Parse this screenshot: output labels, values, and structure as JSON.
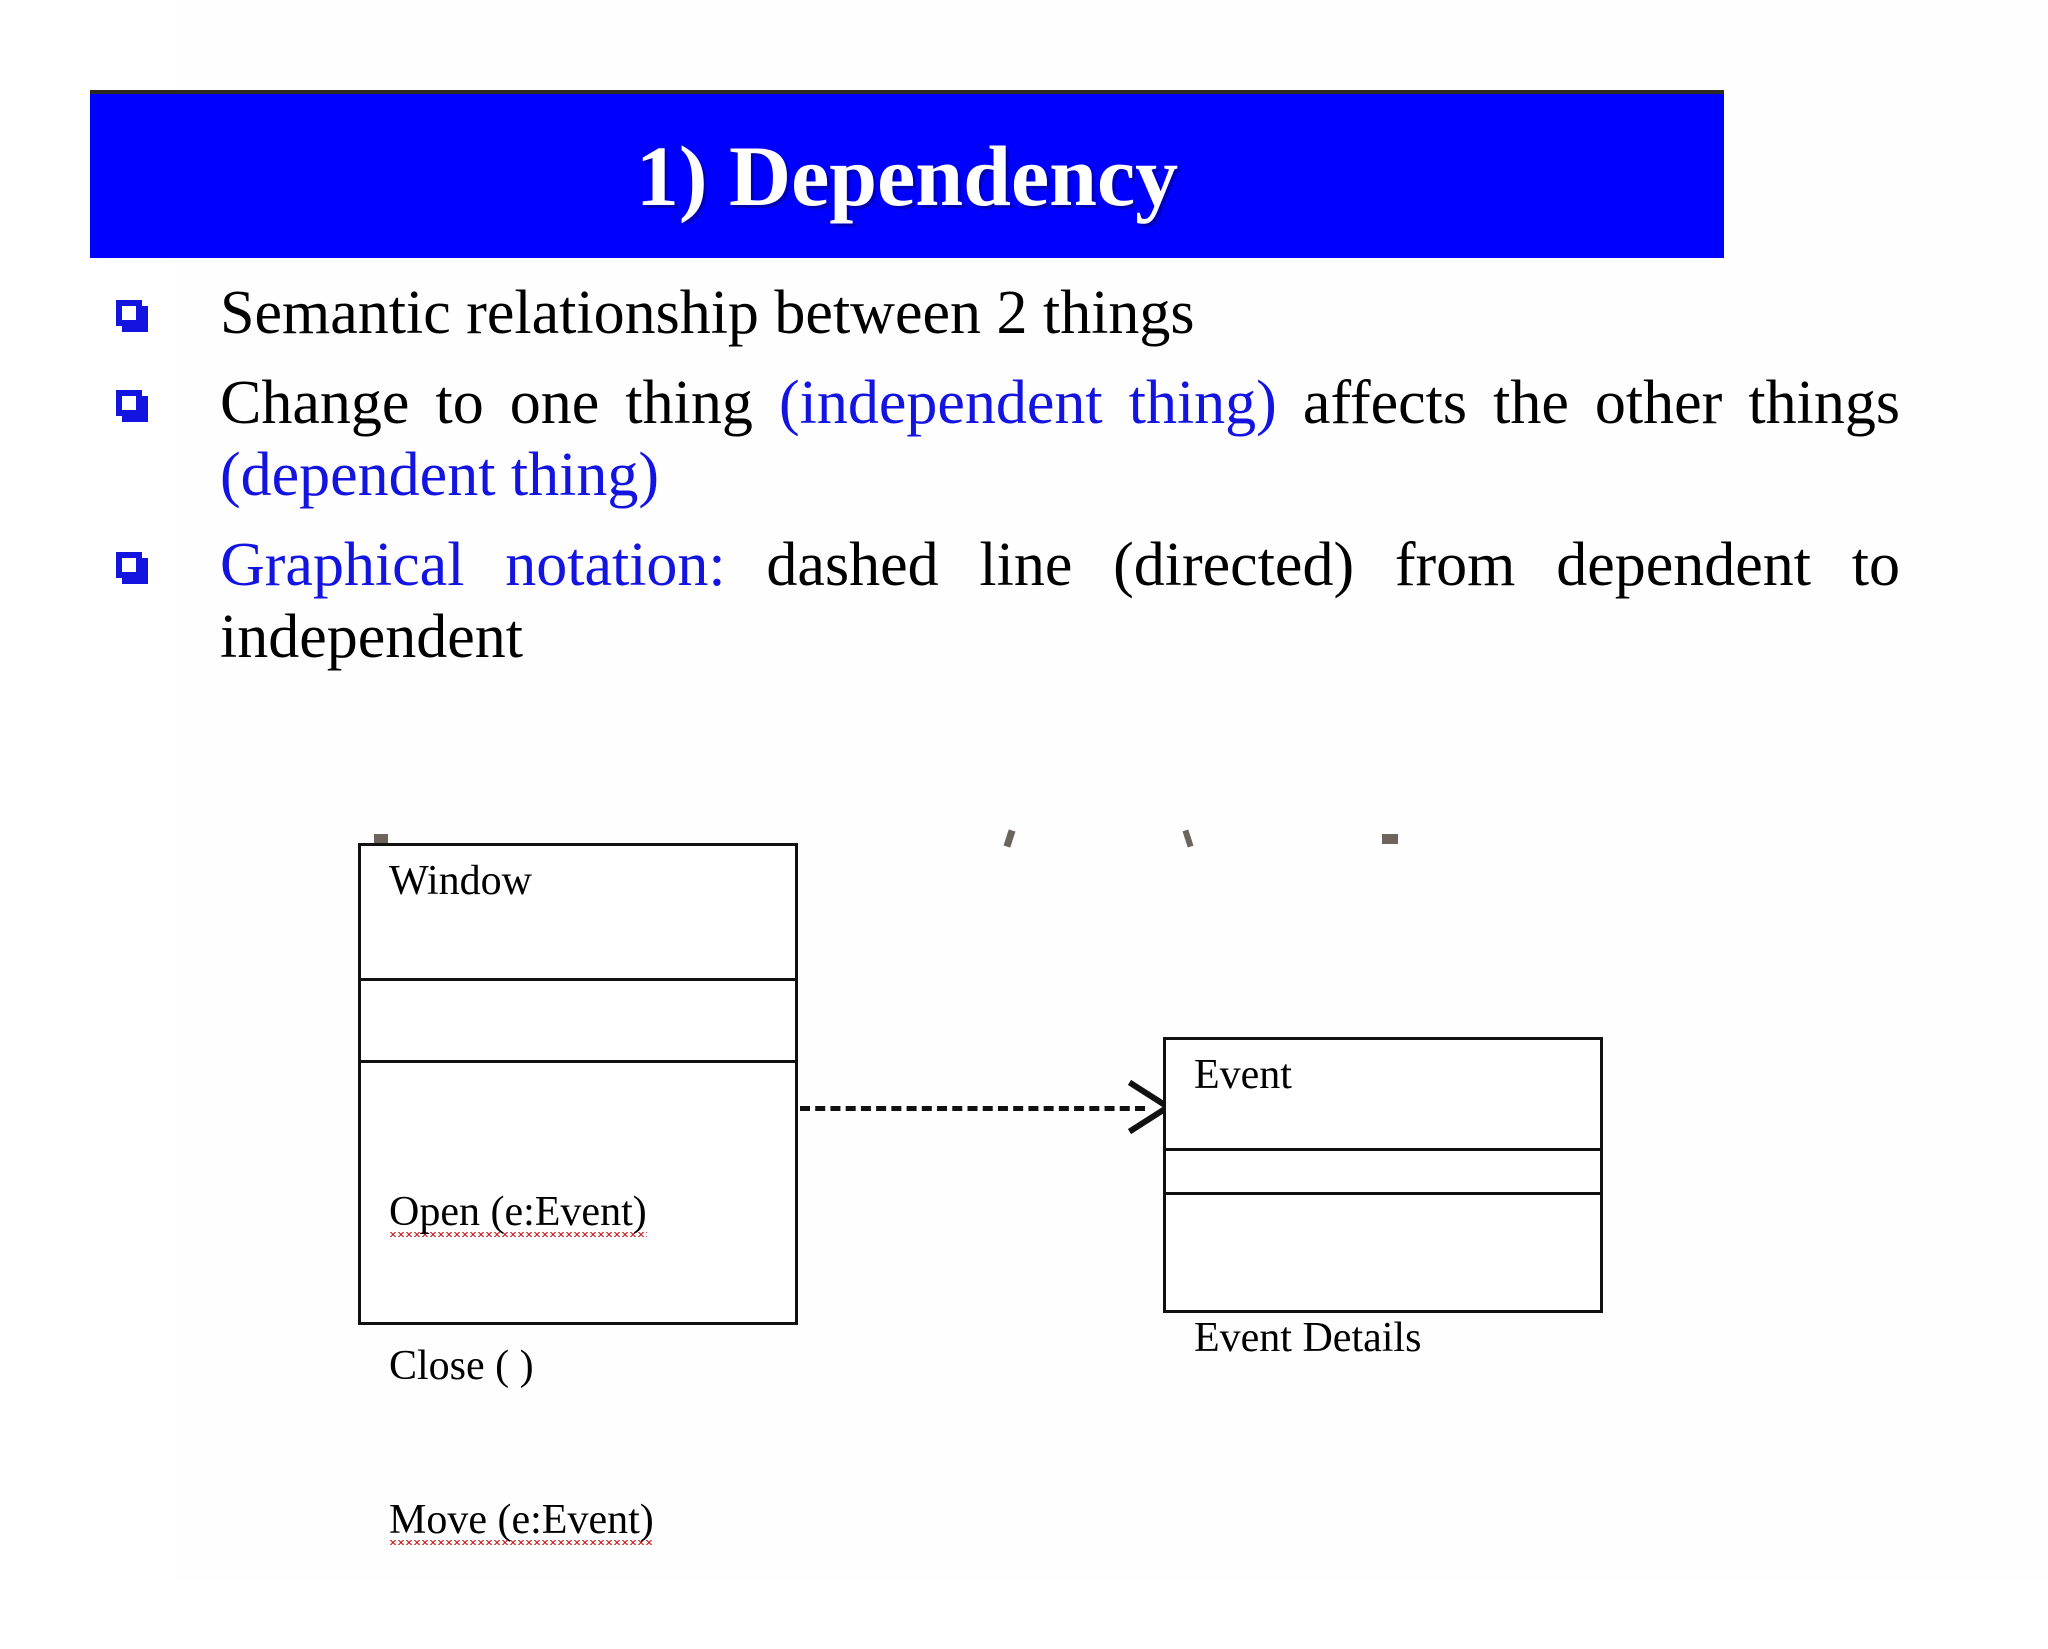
{
  "slide": {
    "title": "1) Dependency",
    "title_bar_color": "#0000FF",
    "title_text_color": "#FFFFFF",
    "accent_color": "#1414E0",
    "background_color": "#FFFFFF"
  },
  "bullets": [
    {
      "marker": "hollow-square-bullet",
      "segments": [
        {
          "text": "Semantic relationship between 2 things",
          "color": "black"
        }
      ]
    },
    {
      "marker": "hollow-square-bullet",
      "segments": [
        {
          "text": "Change to one thing ",
          "color": "black"
        },
        {
          "text": "(independent thing)",
          "color": "blue"
        },
        {
          "text": " affects the other things ",
          "color": "black"
        },
        {
          "text": "(dependent thing)",
          "color": "blue"
        }
      ]
    },
    {
      "marker": "hollow-square-bullet",
      "segments": [
        {
          "text": "Graphical notation:",
          "color": "blue"
        },
        {
          "text": " dashed line (directed) from dependent to independent",
          "color": "black"
        }
      ]
    }
  ],
  "diagram": {
    "type": "uml-class-dependency",
    "classes": [
      {
        "id": "window",
        "name": "Window",
        "attributes": [],
        "operations": [
          "Open (e:Event)",
          "Close ( )",
          "Move (e:Event)"
        ],
        "spellchecked_fragments": [
          "e:Event"
        ]
      },
      {
        "id": "event",
        "name": "Event",
        "attributes": [],
        "operations": [
          "Event Details"
        ]
      }
    ],
    "relationship": {
      "kind": "dependency",
      "line_style": "dashed",
      "arrowhead": "open",
      "from": "Window",
      "to": "Event"
    }
  }
}
